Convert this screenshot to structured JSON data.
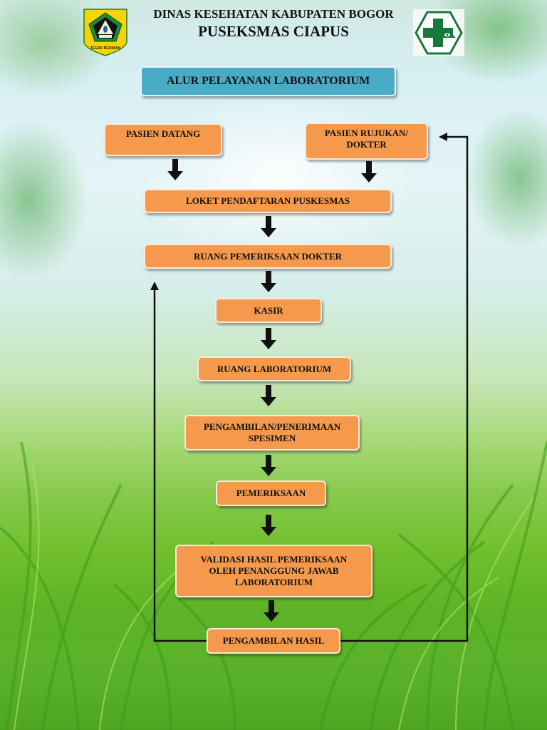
{
  "header": {
    "line1": "DINAS KESEHATAN KABUPATEN BOGOR",
    "line2": "PUSEKSMAS CIAPUS",
    "left_logo": "kabupaten-bogor-emblem",
    "left_logo_motto": "TEGAR BERIMAN",
    "right_logo": "puskesmas-logo"
  },
  "title": "ALUR PELAYANAN LABORATORIUM",
  "colors": {
    "node_fill": "#f59a4c",
    "title_fill": "#4aabc6",
    "arrow": "#111111"
  },
  "nodes": {
    "pasien_datang": "PASIEN DATANG",
    "pasien_rujukan": [
      "PASIEN RUJUKAN/",
      "DOKTER"
    ],
    "loket": "LOKET PENDAFTARAN PUSKESMAS",
    "ruang_dokter": "RUANG PEMERIKSAAN DOKTER",
    "kasir": "KASIR",
    "ruang_lab": "RUANG LABORATORIUM",
    "spesimen": [
      "PENGAMBILAN/PENERIMAAN",
      "SPESIMEN"
    ],
    "pemeriksaan": "PEMERIKSAAN",
    "validasi": [
      "VALIDASI HASIL PEMERIKSAAN",
      "OLEH PENANGGUNG JAWAB",
      "LABORATORIUM"
    ],
    "hasil": "PENGAMBILAN HASIL"
  },
  "edges": [
    [
      "PASIEN DATANG",
      "LOKET PENDAFTARAN PUSKESMAS"
    ],
    [
      "PASIEN RUJUKAN/ DOKTER",
      "LOKET PENDAFTARAN PUSKESMAS"
    ],
    [
      "LOKET PENDAFTARAN PUSKESMAS",
      "RUANG PEMERIKSAAN DOKTER"
    ],
    [
      "RUANG PEMERIKSAAN DOKTER",
      "KASIR"
    ],
    [
      "KASIR",
      "RUANG LABORATORIUM"
    ],
    [
      "RUANG LABORATORIUM",
      "PENGAMBILAN/PENERIMAAN SPESIMEN"
    ],
    [
      "PENGAMBILAN/PENERIMAAN SPESIMEN",
      "PEMERIKSAAN"
    ],
    [
      "PEMERIKSAAN",
      "VALIDASI HASIL PEMERIKSAAN OLEH PENANGGUNG JAWAB LABORATORIUM"
    ],
    [
      "VALIDASI HASIL PEMERIKSAAN OLEH PENANGGUNG JAWAB LABORATORIUM",
      "PENGAMBILAN HASIL"
    ],
    [
      "PENGAMBILAN HASIL",
      "RUANG PEMERIKSAAN DOKTER"
    ],
    [
      "PENGAMBILAN HASIL",
      "PASIEN RUJUKAN/ DOKTER"
    ]
  ]
}
